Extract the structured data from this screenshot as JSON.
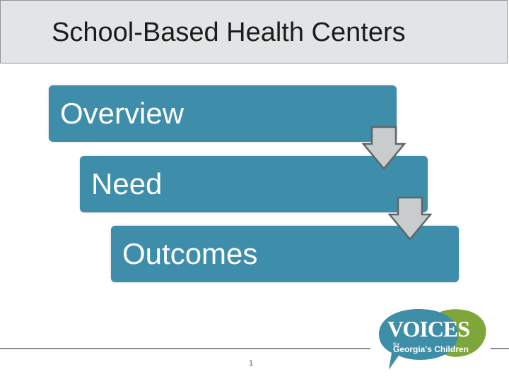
{
  "title": "School-Based Health Centers",
  "steps": [
    {
      "label": "Overview"
    },
    {
      "label": "Need"
    },
    {
      "label": "Outcomes"
    }
  ],
  "footer": {
    "page_number": "1"
  },
  "logo": {
    "main": "VOICES",
    "for": "for",
    "sub": "Georgia's Children"
  },
  "colors": {
    "step_fill": "#3e8eab",
    "title_bg": "#e2e5e6",
    "arrow_fill": "#c8cccd",
    "logo_blue": "#3f8ea8",
    "logo_green": "#7fa63a"
  }
}
